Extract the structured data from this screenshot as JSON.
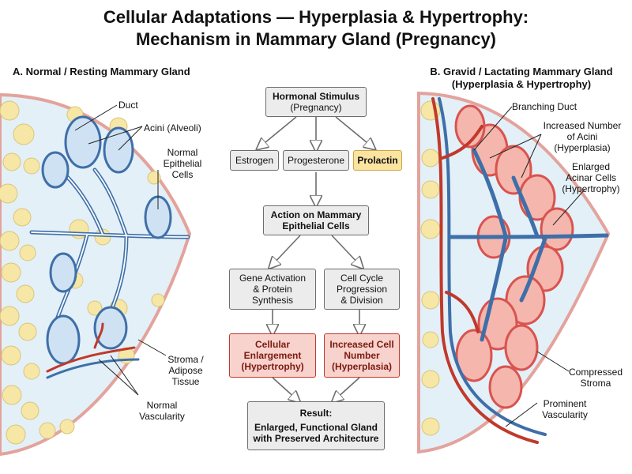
{
  "title": {
    "line1": "Cellular Adaptations — Hyperplasia & Hypertrophy:",
    "line2": "Mechanism in Mammary Gland (Pregnancy)"
  },
  "panel_a": {
    "title": "A. Normal / Resting Mammary Gland",
    "labels": {
      "duct": "Duct",
      "acini": "Acini (Alveoli)",
      "epithelial_1": "Normal",
      "epithelial_2": "Epithelial",
      "epithelial_3": "Cells",
      "stroma_1": "Stroma /",
      "stroma_2": "Adipose",
      "stroma_3": "Tissue",
      "vasc_1": "Normal",
      "vasc_2": "Vascularity"
    }
  },
  "panel_b": {
    "title_1": "B. Gravid / Lactating Mammary Gland",
    "title_2": "(Hyperplasia & Hypertrophy)",
    "labels": {
      "branching_duct": "Branching Duct",
      "acini_1": "Increased Number",
      "acini_2": "of Acini",
      "acini_3": "(Hyperplasia)",
      "cells_1": "Enlarged",
      "cells_2": "Acinar Cells",
      "cells_3": "(Hypertrophy)",
      "stroma_1": "Compressed",
      "stroma_2": "Stroma",
      "vasc_1": "Prominent",
      "vasc_2": "Vascularity"
    }
  },
  "flow": {
    "stimulus_1": "Hormonal Stimulus",
    "stimulus_2": "(Pregnancy)",
    "estrogen": "Estrogen",
    "progesterone": "Progesterone",
    "prolactin": "Prolactin",
    "action_1": "Action on Mammary",
    "action_2": "Epithelial Cells",
    "gene_1": "Gene Activation",
    "gene_2": "& Protein",
    "gene_3": "Synthesis",
    "cycle_1": "Cell Cycle",
    "cycle_2": "Progression",
    "cycle_3": "& Division",
    "hypertrophy_1": "Cellular",
    "hypertrophy_2": "Enlargement",
    "hypertrophy_3": "(Hypertrophy)",
    "hyperplasia_1": "Increased Cell",
    "hyperplasia_2": "Number",
    "hyperplasia_3": "(Hyperplasia)",
    "result_1": "Result:",
    "result_2": "Enlarged, Functional Gland",
    "result_3": "with Preserved Architecture"
  },
  "colors": {
    "fat": "#f7e7a6",
    "stroma": "#e3f0f8",
    "duct_blue": "#3f6fa8",
    "acinus_red": "#d9534f",
    "acinus_fill": "#f4b6ad",
    "skin": "#f3c9c4"
  }
}
